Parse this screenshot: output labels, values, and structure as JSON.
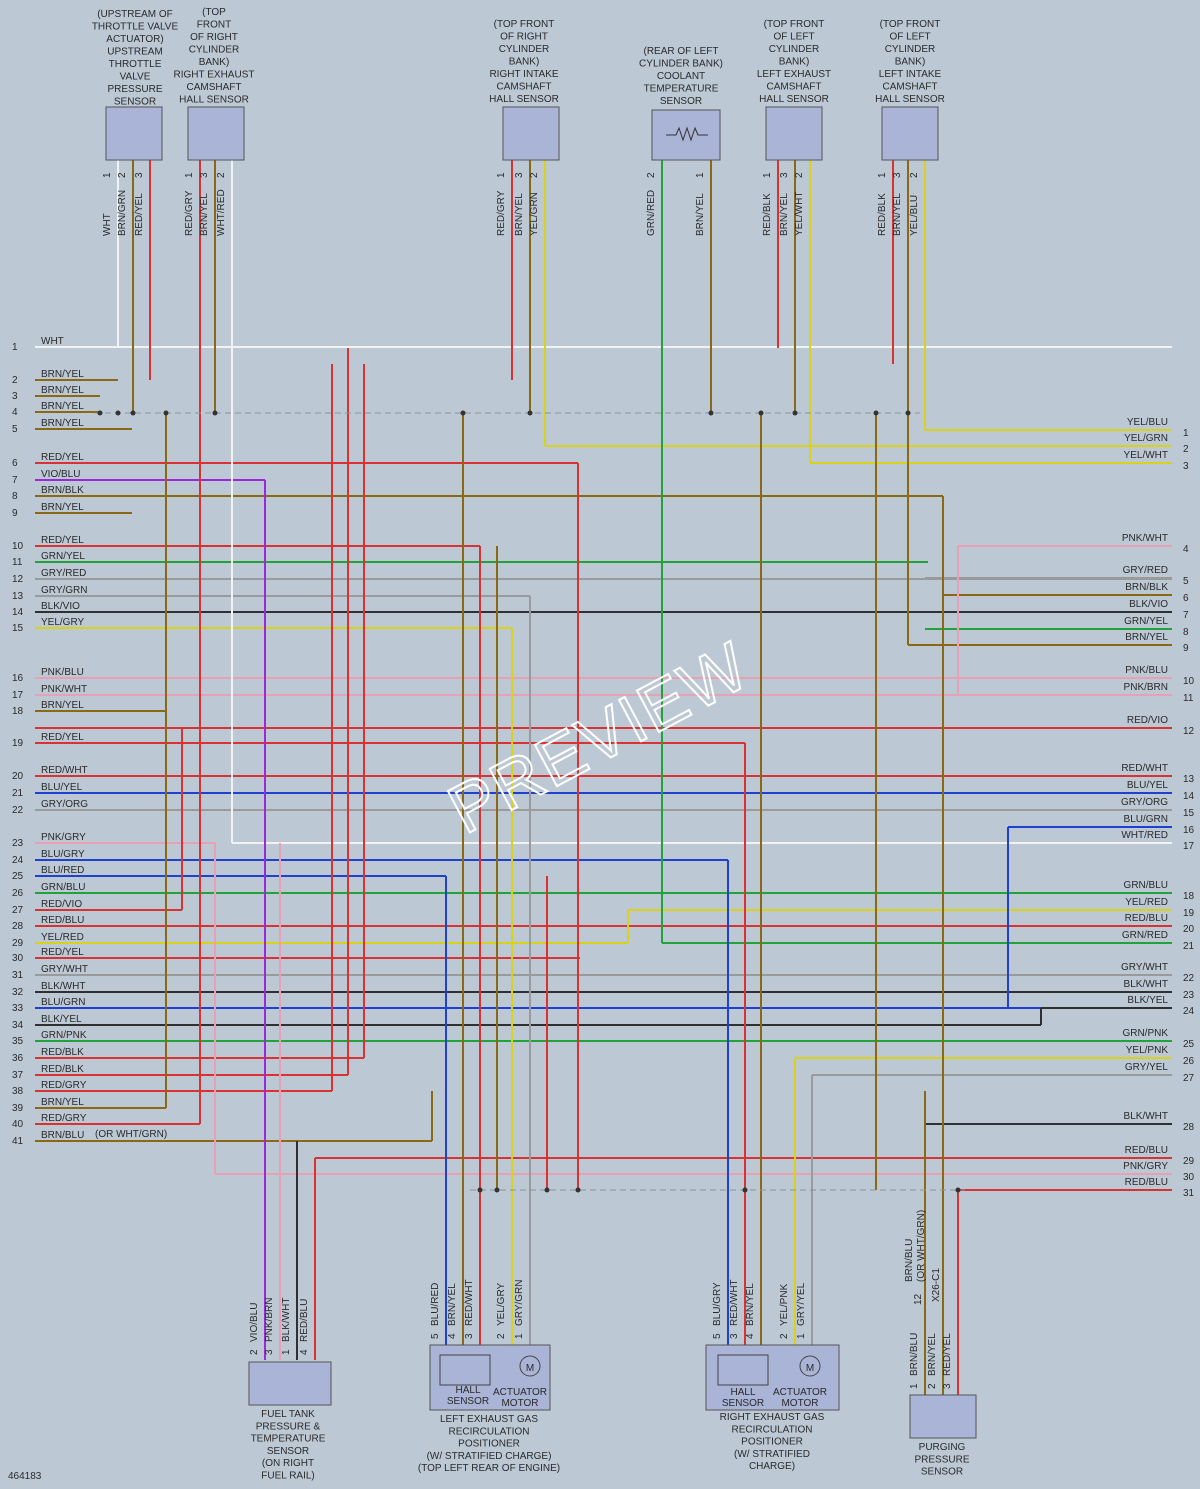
{
  "doc_id": "464183",
  "watermark": "PREVIEW",
  "components": {
    "throttle_sensor": {
      "lines": [
        "(UPSTREAM OF",
        "THROTTLE VALVE",
        "ACTUATOR)",
        "UPSTREAM",
        "THROTTLE",
        "VALVE",
        "PRESSURE",
        "SENSOR"
      ]
    },
    "right_exh_cam": {
      "lines": [
        "(TOP",
        "FRONT",
        "OF RIGHT",
        "CYLINDER",
        "BANK)",
        "RIGHT EXHAUST",
        "CAMSHAFT",
        "HALL SENSOR"
      ]
    },
    "right_int_cam": {
      "lines": [
        "(TOP FRONT",
        "OF RIGHT",
        "CYLINDER",
        "BANK)",
        "RIGHT INTAKE",
        "CAMSHAFT",
        "HALL SENSOR"
      ]
    },
    "coolant": {
      "lines": [
        "(REAR OF LEFT",
        "CYLINDER BANK)",
        "COOLANT",
        "TEMPERATURE",
        "SENSOR"
      ]
    },
    "left_exh_cam": {
      "lines": [
        "(TOP FRONT",
        "OF LEFT",
        "CYLINDER",
        "BANK)",
        "LEFT EXHAUST",
        "CAMSHAFT",
        "HALL SENSOR"
      ]
    },
    "left_int_cam": {
      "lines": [
        "(TOP FRONT",
        "OF LEFT",
        "CYLINDER",
        "BANK)",
        "LEFT INTAKE",
        "CAMSHAFT",
        "HALL SENSOR"
      ]
    },
    "fuel_tank": {
      "lines": [
        "FUEL TANK",
        "PRESSURE &",
        "TEMPERATURE",
        "SENSOR",
        "(ON RIGHT",
        "FUEL RAIL)"
      ]
    },
    "left_egr": {
      "lines": [
        "LEFT EXHAUST GAS",
        "RECIRCULATION",
        "POSITIONER",
        "(W/ STRATIFIED CHARGE)",
        "(TOP LEFT REAR OF ENGINE)"
      ],
      "hall": [
        "HALL",
        "SENSOR"
      ],
      "motor": [
        "ACTUATOR",
        "MOTOR"
      ]
    },
    "right_egr": {
      "lines": [
        "RIGHT EXHAUST GAS",
        "RECIRCULATION",
        "POSITIONER",
        "(W/ STRATIFIED",
        "CHARGE)"
      ],
      "hall": [
        "HALL",
        "SENSOR"
      ],
      "motor": [
        "ACTUATOR",
        "MOTOR"
      ]
    },
    "purging": {
      "lines": [
        "PURGING",
        "PRESSURE",
        "SENSOR"
      ]
    }
  },
  "motor_symbol": "M",
  "top_pins": [
    [
      "1",
      "WHT"
    ],
    [
      "2",
      "BRN/GRN"
    ],
    [
      "3",
      "RED/YEL"
    ],
    [
      "1",
      "RED/GRY"
    ],
    [
      "3",
      "BRN/YEL"
    ],
    [
      "2",
      "WHT/RED"
    ],
    [
      "1",
      "RED/GRY"
    ],
    [
      "3",
      "BRN/YEL"
    ],
    [
      "2",
      "YEL/GRN"
    ],
    [
      "2",
      "GRN/RED"
    ],
    [
      "1",
      "BRN/YEL"
    ],
    [
      "1",
      "RED/BLK"
    ],
    [
      "3",
      "BRN/YEL"
    ],
    [
      "2",
      "YEL/WHT"
    ],
    [
      "1",
      "RED/BLK"
    ],
    [
      "3",
      "BRN/YEL"
    ],
    [
      "2",
      "YEL/BLU"
    ]
  ],
  "bottom_pins": [
    [
      "2",
      "VIO/BLU"
    ],
    [
      "3",
      "PNK/BRN"
    ],
    [
      "1",
      "BLK/WHT"
    ],
    [
      "4",
      "RED/BLU"
    ],
    [
      "5",
      "BLU/RED"
    ],
    [
      "4",
      "BRN/YEL"
    ],
    [
      "3",
      "RED/WHT"
    ],
    [
      "2",
      "YEL/GRY"
    ],
    [
      "1",
      "GRY/GRN"
    ],
    [
      "5",
      "BLU/GRY"
    ],
    [
      "3",
      "RED/WHT"
    ],
    [
      "4",
      "BRN/YEL"
    ],
    [
      "2",
      "YEL/PNK"
    ],
    [
      "1",
      "GRY/YEL"
    ],
    [
      "1",
      "BRN/BLU"
    ],
    [
      "2",
      "BRN/YEL"
    ],
    [
      "3",
      "RED/YEL"
    ]
  ],
  "purge_extra": {
    "wire": "BRN/BLU",
    "alt": "(OR WHT/GRN)",
    "pin": "12",
    "conn": "X26-C1"
  },
  "left_connector": [
    [
      "1",
      "WHT"
    ],
    [
      "2",
      "BRN/YEL"
    ],
    [
      "3",
      "BRN/YEL"
    ],
    [
      "4",
      "BRN/YEL"
    ],
    [
      "5",
      "BRN/YEL"
    ],
    [
      "6",
      "RED/YEL"
    ],
    [
      "7",
      "VIO/BLU"
    ],
    [
      "8",
      "BRN/BLK"
    ],
    [
      "9",
      "BRN/YEL"
    ],
    [
      "10",
      "RED/YEL"
    ],
    [
      "11",
      "GRN/YEL"
    ],
    [
      "12",
      "GRY/RED"
    ],
    [
      "13",
      "GRY/GRN"
    ],
    [
      "14",
      "BLK/VIO"
    ],
    [
      "15",
      "YEL/GRY"
    ],
    [
      "16",
      "PNK/BLU"
    ],
    [
      "17",
      "PNK/WHT"
    ],
    [
      "18",
      "BRN/YEL"
    ],
    [
      "19",
      "RED/YEL"
    ],
    [
      "20",
      "RED/WHT"
    ],
    [
      "21",
      "BLU/YEL"
    ],
    [
      "22",
      "GRY/ORG"
    ],
    [
      "23",
      "PNK/GRY"
    ],
    [
      "24",
      "BLU/GRY"
    ],
    [
      "25",
      "BLU/RED"
    ],
    [
      "26",
      "GRN/BLU"
    ],
    [
      "27",
      "RED/VIO"
    ],
    [
      "28",
      "RED/BLU"
    ],
    [
      "29",
      "YEL/RED"
    ],
    [
      "30",
      "RED/YEL"
    ],
    [
      "31",
      "GRY/WHT"
    ],
    [
      "32",
      "BLK/WHT"
    ],
    [
      "33",
      "BLU/GRN"
    ],
    [
      "34",
      "BLK/YEL"
    ],
    [
      "35",
      "GRN/PNK"
    ],
    [
      "36",
      "RED/BLK"
    ],
    [
      "37",
      "RED/BLK"
    ],
    [
      "38",
      "RED/GRY"
    ],
    [
      "39",
      "BRN/YEL"
    ],
    [
      "40",
      "RED/GRY"
    ],
    [
      "41",
      "BRN/BLU"
    ]
  ],
  "left_41_note": "(OR WHT/GRN)",
  "right_connector": [
    [
      "1",
      "YEL/BLU"
    ],
    [
      "2",
      "YEL/GRN"
    ],
    [
      "3",
      "YEL/WHT"
    ],
    [
      "4",
      "PNK/WHT"
    ],
    [
      "5",
      "GRY/RED"
    ],
    [
      "6",
      "BRN/BLK"
    ],
    [
      "7",
      "BLK/VIO"
    ],
    [
      "8",
      "GRN/YEL"
    ],
    [
      "9",
      "BRN/YEL"
    ],
    [
      "10",
      "PNK/BLU"
    ],
    [
      "11",
      "PNK/BRN"
    ],
    [
      "12",
      "RED/VIO"
    ],
    [
      "13",
      "RED/WHT"
    ],
    [
      "14",
      "BLU/YEL"
    ],
    [
      "15",
      "GRY/ORG"
    ],
    [
      "16",
      "BLU/GRN"
    ],
    [
      "17",
      "WHT/RED"
    ],
    [
      "18",
      "GRN/BLU"
    ],
    [
      "19",
      "YEL/RED"
    ],
    [
      "20",
      "RED/BLU"
    ],
    [
      "21",
      "GRN/RED"
    ],
    [
      "22",
      "GRY/WHT"
    ],
    [
      "23",
      "BLK/WHT"
    ],
    [
      "24",
      "BLK/YEL"
    ],
    [
      "25",
      "GRN/PNK"
    ],
    [
      "26",
      "YEL/PNK"
    ],
    [
      "27",
      "GRY/YEL"
    ],
    [
      "28",
      "BLK/WHT"
    ],
    [
      "29",
      "RED/BLU"
    ],
    [
      "30",
      "PNK/GRY"
    ],
    [
      "31",
      "RED/BLU"
    ]
  ],
  "colors": {
    "background": "#bcc8d4",
    "component_fill": "#a9b4d6",
    "splice": "#8a949e"
  }
}
